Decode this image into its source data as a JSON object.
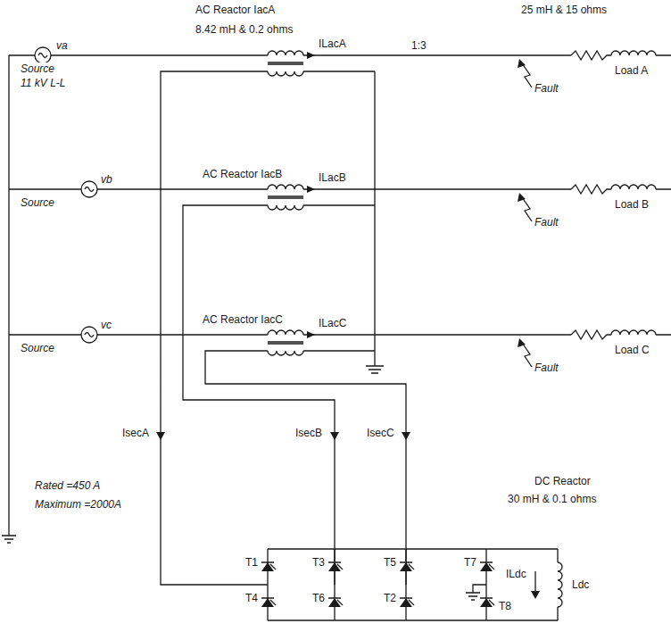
{
  "diagram": {
    "labels": [
      "AC Reactor IacA",
      "8.42 mH & 0.2 ohms",
      "ILacA",
      "1:3",
      "25 mH & 15 ohms",
      "Source",
      "11 kV L-L",
      "va",
      "Load A",
      "Fault",
      "AC Reactor IacB",
      "ILacB",
      "Source",
      "vb",
      "Load B",
      "Fault",
      "AC Reactor IacC",
      "ILacC",
      "Source",
      "vc",
      "Load C",
      "Fault",
      "IsecA",
      "IsecB",
      "IsecC",
      "Rated =450 A",
      "Maximum =2000A",
      "DC Reactor",
      "30 mH & 0.1 ohms",
      "T1",
      "T3",
      "T5",
      "T7",
      "ILdc",
      "Ldc",
      "T4",
      "T6",
      "T2",
      "T8"
    ]
  }
}
